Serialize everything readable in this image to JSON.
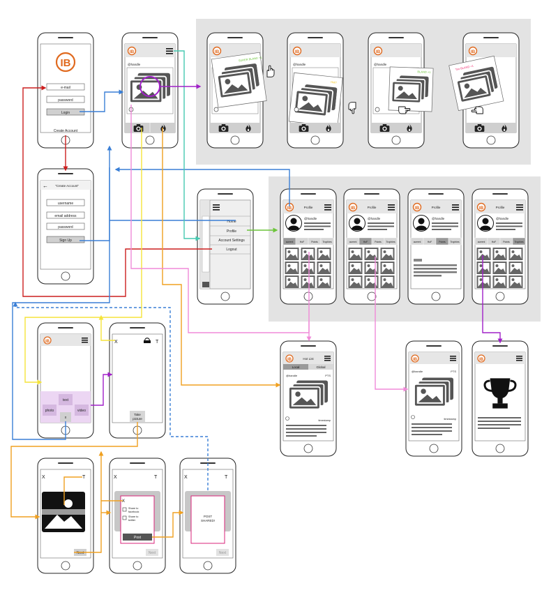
{
  "brand": {
    "logo_text": "IB",
    "accent": "#e06a1f"
  },
  "colors": {
    "red": "#cc1e1e",
    "blue": "#3a7fd6",
    "teal": "#45c9b0",
    "purple": "#a020c8",
    "yellow": "#f5e43a",
    "orange": "#f0a020",
    "pink": "#f08ad8",
    "green": "#6cc43a",
    "dashed_blue": "#3a7fd6",
    "panel_gray": "#e3e3e3"
  },
  "login": {
    "email_label": "e-mail",
    "password_label": "password",
    "login_button": "Login",
    "create_account": "Create Account"
  },
  "create_account": {
    "back_title": "\"Create Account\"",
    "username_label": "username",
    "email_label": "email address",
    "password_label": "password",
    "signup_button": "Sign Up"
  },
  "feed": {
    "handle": "@handle"
  },
  "swipe_labels": [
    "SUPER BLAND +1",
    "Hot!!",
    "BLAND +1",
    "Too BLAND +1"
  ],
  "menu": {
    "items": [
      "Home",
      "Profile",
      "Account Settings",
      "Logout"
    ]
  },
  "profile": {
    "title": "Profile",
    "handle": "@handle",
    "tabs": [
      "current",
      "HoF",
      "Points",
      "Trophies"
    ]
  },
  "hotlist": {
    "title": "Hot List",
    "tabs": [
      "Local",
      "Global"
    ],
    "handle": "@handle",
    "pts": "PTS",
    "timestamp": "timestamp"
  },
  "hof_detail": {
    "handle": "@handle",
    "pts": "PTS",
    "timestamp": "timestamp"
  },
  "upload": {
    "photo": "photo",
    "text": "text",
    "video": "video",
    "close": "x"
  },
  "camera": {
    "close": "X",
    "text_icon": "T",
    "take_picture": "Take picture"
  },
  "editor": {
    "close": "X",
    "text_icon": "T",
    "next": "Next"
  },
  "share": {
    "close": "X",
    "text_icon": "T",
    "inner_close": "X",
    "facebook": "Share to facebook",
    "twitter": "Share to twitter",
    "post": "Post",
    "next": "Next"
  },
  "posted": {
    "close": "X",
    "text_icon": "T",
    "message": "POST SHARED!",
    "next": "Next"
  }
}
